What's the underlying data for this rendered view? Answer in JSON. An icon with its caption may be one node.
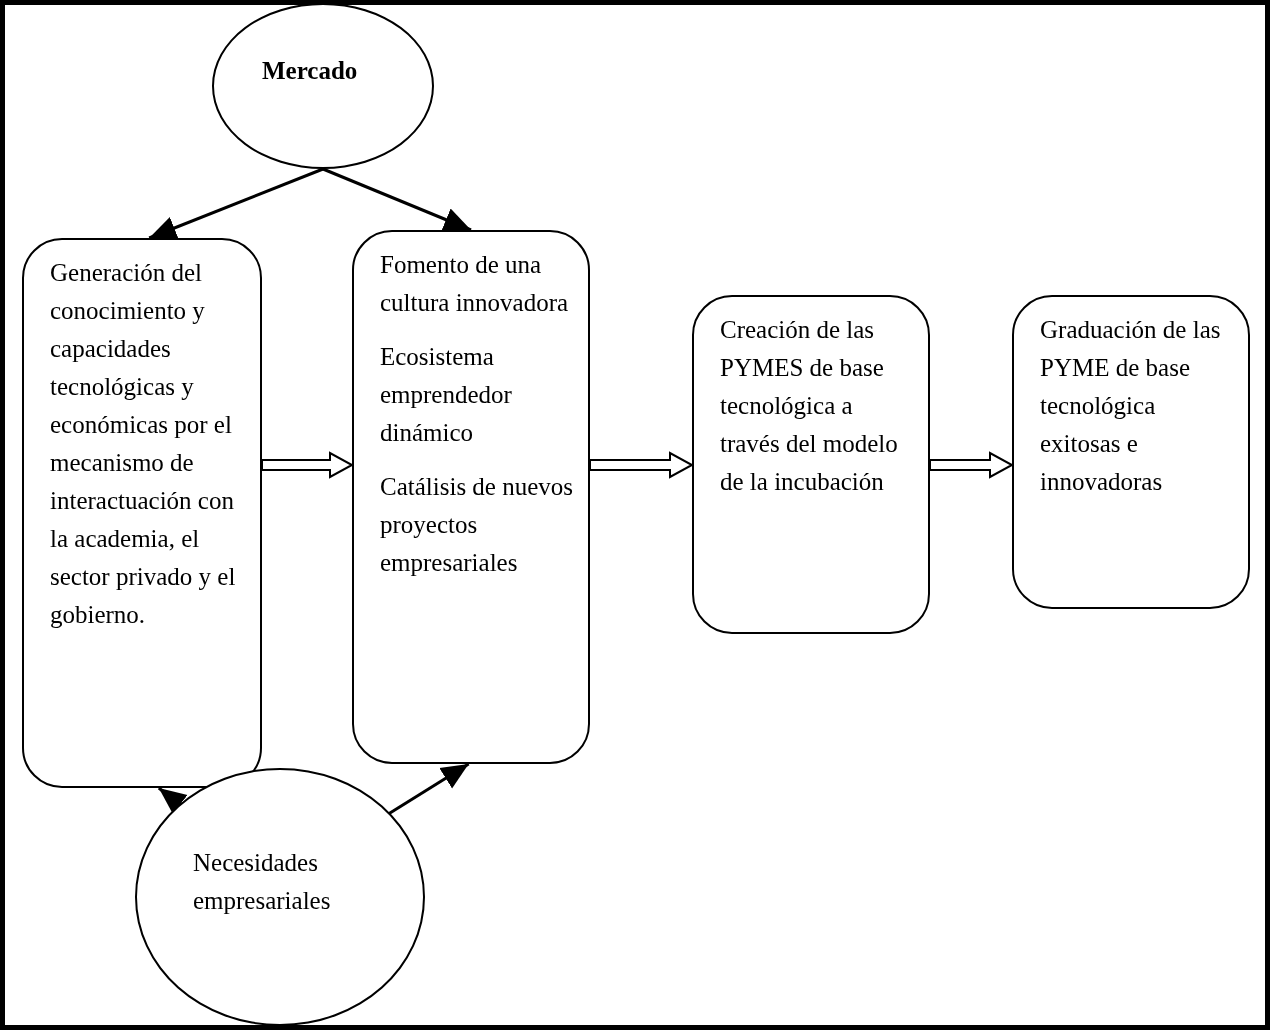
{
  "diagram": {
    "nodes": [
      {
        "text": [
          "Mercado"
        ]
      },
      {
        "text": [
          "Generación del conocimiento y capacidades tecnológicas y económicas por el mecanismo de interactuación con la academia, el sector privado y el gobierno."
        ]
      },
      {
        "text": [
          "Fomento de una cultura innovadora",
          "Ecosistema emprendedor dinámico",
          "Catálisis de nuevos proyectos empresariales"
        ]
      },
      {
        "text": [
          "Creación de las PYMES de base tecnológica a través del modelo de la incubación"
        ]
      },
      {
        "text": [
          "Graduación de las PYME de base tecnológica exitosas e innovadoras"
        ]
      },
      {
        "text": [
          "Necesidades empresariales"
        ]
      }
    ],
    "edges": [
      {
        "from": 0,
        "to": 1,
        "arrow": "to"
      },
      {
        "from": 0,
        "to": 2,
        "arrow": "to"
      },
      {
        "from": 1,
        "to": 2,
        "arrow": "to",
        "style": "thick"
      },
      {
        "from": 2,
        "to": 3,
        "arrow": "to",
        "style": "thick"
      },
      {
        "from": 3,
        "to": 4,
        "arrow": "to",
        "style": "thick"
      },
      {
        "from": 5,
        "to": 1,
        "arrow": "to"
      },
      {
        "from": 5,
        "to": 2,
        "arrow": "to"
      }
    ]
  }
}
